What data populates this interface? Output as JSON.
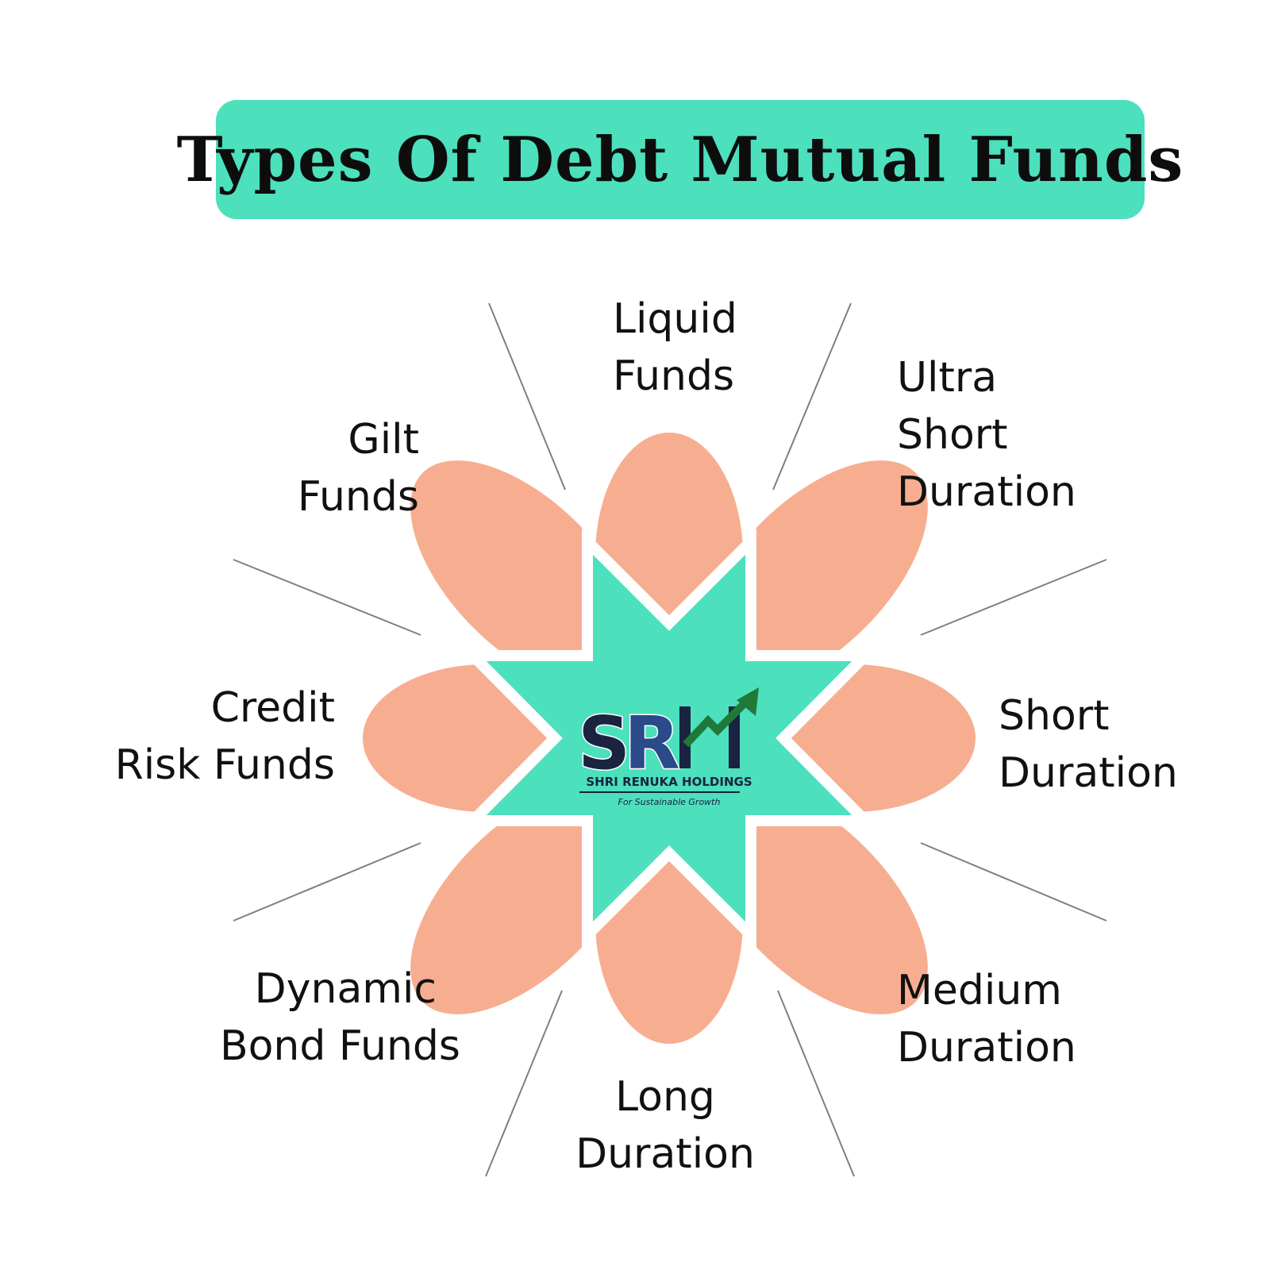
{
  "title": "Types Of Debt Mutual Funds",
  "colors": {
    "banner": "#4ce0bd",
    "petal": "#f7ae90",
    "star": "#4ce0bd",
    "line": "#7a8089",
    "logo_navy": "#1a2340",
    "logo_blue": "#2a4a8a",
    "logo_green": "#1f7a3a"
  },
  "categories": [
    {
      "lines": [
        "Liquid",
        "Funds"
      ]
    },
    {
      "lines": [
        "Ultra",
        "Short",
        "Duration"
      ]
    },
    {
      "lines": [
        "Short",
        "Duration"
      ]
    },
    {
      "lines": [
        "Medium",
        "Duration"
      ]
    },
    {
      "lines": [
        "Long",
        "Duration"
      ]
    },
    {
      "lines": [
        "Dynamic",
        "Bond Funds"
      ]
    },
    {
      "lines": [
        "Credit",
        "Risk Funds"
      ]
    },
    {
      "lines": [
        "Gilt",
        "Funds"
      ]
    }
  ],
  "logo": {
    "mark": "SRH",
    "name": "SHRI RENUKA HOLDINGS",
    "tagline": "For Sustainable Growth",
    "icon": "growth-arrow-icon"
  }
}
